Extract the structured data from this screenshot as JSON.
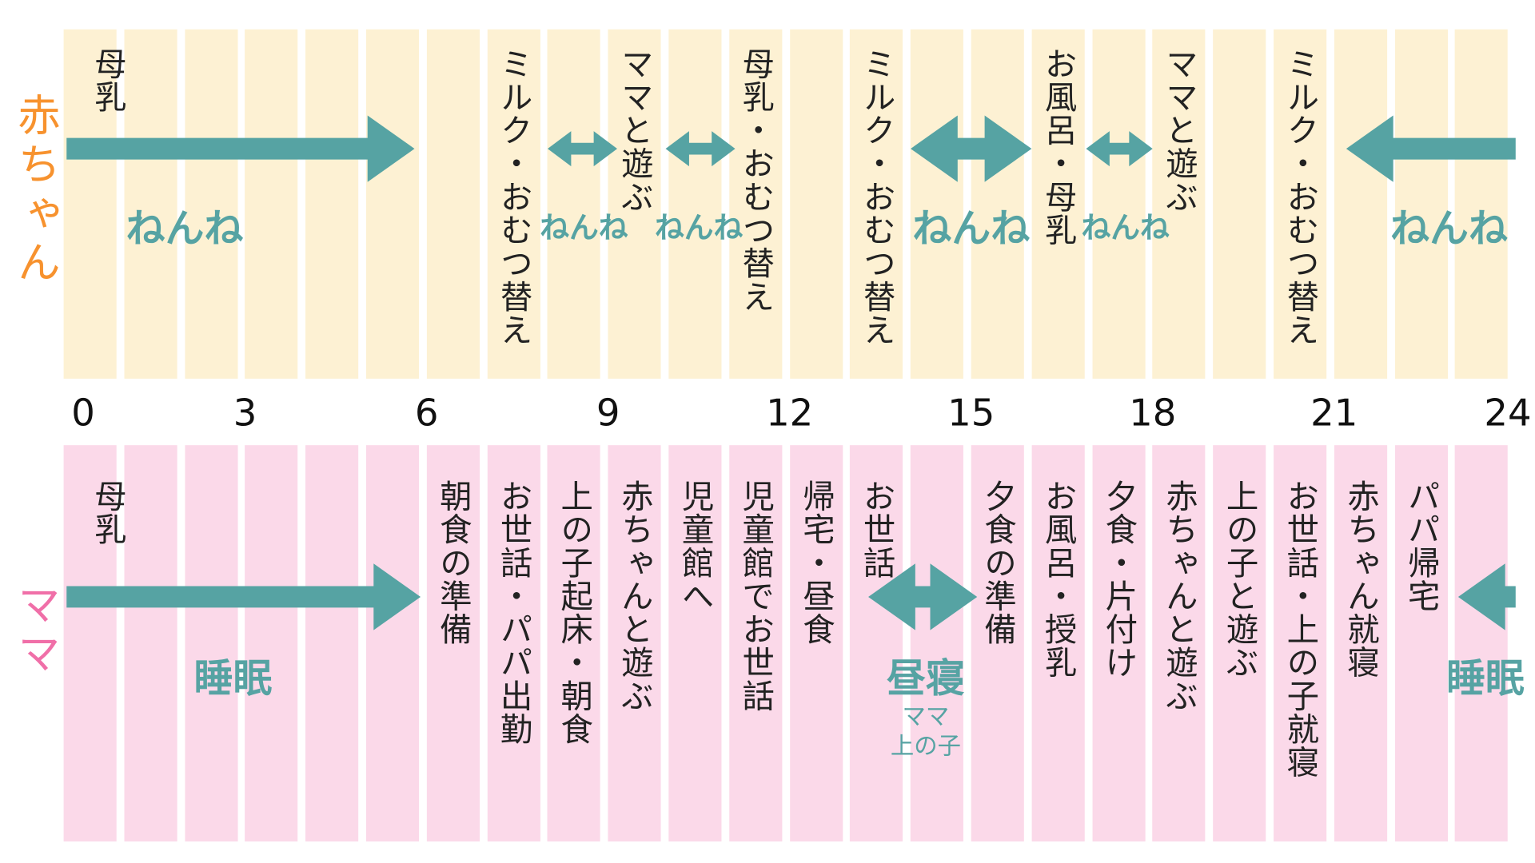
{
  "colors": {
    "top_col": "#fdf1d3",
    "bottom_col": "#fbd9e9",
    "arrow": "#56a3a3",
    "baby": "#f7922e",
    "mama": "#f06fa8"
  },
  "baby": {
    "title": "赤ちゃん",
    "labels": [
      {
        "hour": 0,
        "text": "母乳"
      },
      {
        "hour": 7,
        "text": "ミルク・おむつ替え"
      },
      {
        "hour": 9,
        "text": "ママと遊ぶ"
      },
      {
        "hour": 11,
        "text": "母乳・おむつ替え"
      },
      {
        "hour": 13,
        "text": "ミルク・おむつ替え"
      },
      {
        "hour": 16,
        "text": "お風呂・母乳"
      },
      {
        "hour": 18,
        "text": "ママと遊ぶ"
      },
      {
        "hour": 20,
        "text": "ミルク・おむつ替え"
      }
    ],
    "sleep": [
      {
        "from": 0,
        "to": 5.8,
        "type": "right",
        "text": "ねんね",
        "center": 2.0,
        "size": "big"
      },
      {
        "from": 8.0,
        "to": 9.15,
        "type": "both",
        "text": "ねんね",
        "center": 8.6,
        "size": "small"
      },
      {
        "from": 9.95,
        "to": 11.1,
        "type": "both",
        "text": "ねんね",
        "center": 10.5,
        "size": "small"
      },
      {
        "from": 14.0,
        "to": 16.0,
        "type": "both",
        "text": "ねんね",
        "center": 15.0,
        "size": "big"
      },
      {
        "from": 16.9,
        "to": 18.0,
        "type": "both",
        "text": "ねんね",
        "center": 17.55,
        "size": "small"
      },
      {
        "from": 21.2,
        "to": 24,
        "type": "left",
        "text": "ねんね",
        "center": 22.9,
        "size": "big"
      }
    ]
  },
  "axis": {
    "ticks": [
      "0",
      "3",
      "6",
      "9",
      "12",
      "15",
      "18",
      "21",
      "24"
    ]
  },
  "mama": {
    "title": "ママ",
    "labels": [
      {
        "hour": 0,
        "text": "母乳"
      },
      {
        "hour": 6,
        "text": "朝食の準備"
      },
      {
        "hour": 7,
        "text": "お世話・パパ出勤"
      },
      {
        "hour": 8,
        "text": "上の子起床・朝食"
      },
      {
        "hour": 9,
        "text": "赤ちゃんと遊ぶ"
      },
      {
        "hour": 10,
        "text": "児童館へ"
      },
      {
        "hour": 11,
        "text": "児童館でお世話"
      },
      {
        "hour": 12,
        "text": "帰宅・昼食"
      },
      {
        "hour": 13,
        "text": "お世話"
      },
      {
        "hour": 15,
        "text": "夕食の準備"
      },
      {
        "hour": 16,
        "text": "お風呂・授乳"
      },
      {
        "hour": 17,
        "text": "夕食・片付け"
      },
      {
        "hour": 18,
        "text": "赤ちゃんと遊ぶ"
      },
      {
        "hour": 19,
        "text": "上の子と遊ぶ"
      },
      {
        "hour": 20,
        "text": "お世話・上の子就寝"
      },
      {
        "hour": 21,
        "text": "赤ちゃん就寝"
      },
      {
        "hour": 22,
        "text": "パパ帰宅"
      }
    ],
    "sleep": [
      {
        "from": 0,
        "to": 5.9,
        "type": "right",
        "text": "睡眠",
        "center": 2.8,
        "size": "big"
      },
      {
        "from": 13.3,
        "to": 15.1,
        "type": "both",
        "text": "昼寝",
        "center": 14.25,
        "size": "big",
        "sub": [
          "ママ",
          "上の子"
        ]
      },
      {
        "from": 23.05,
        "to": 24,
        "type": "left",
        "text": "睡眠",
        "center": 23.5,
        "size": "big"
      }
    ]
  }
}
